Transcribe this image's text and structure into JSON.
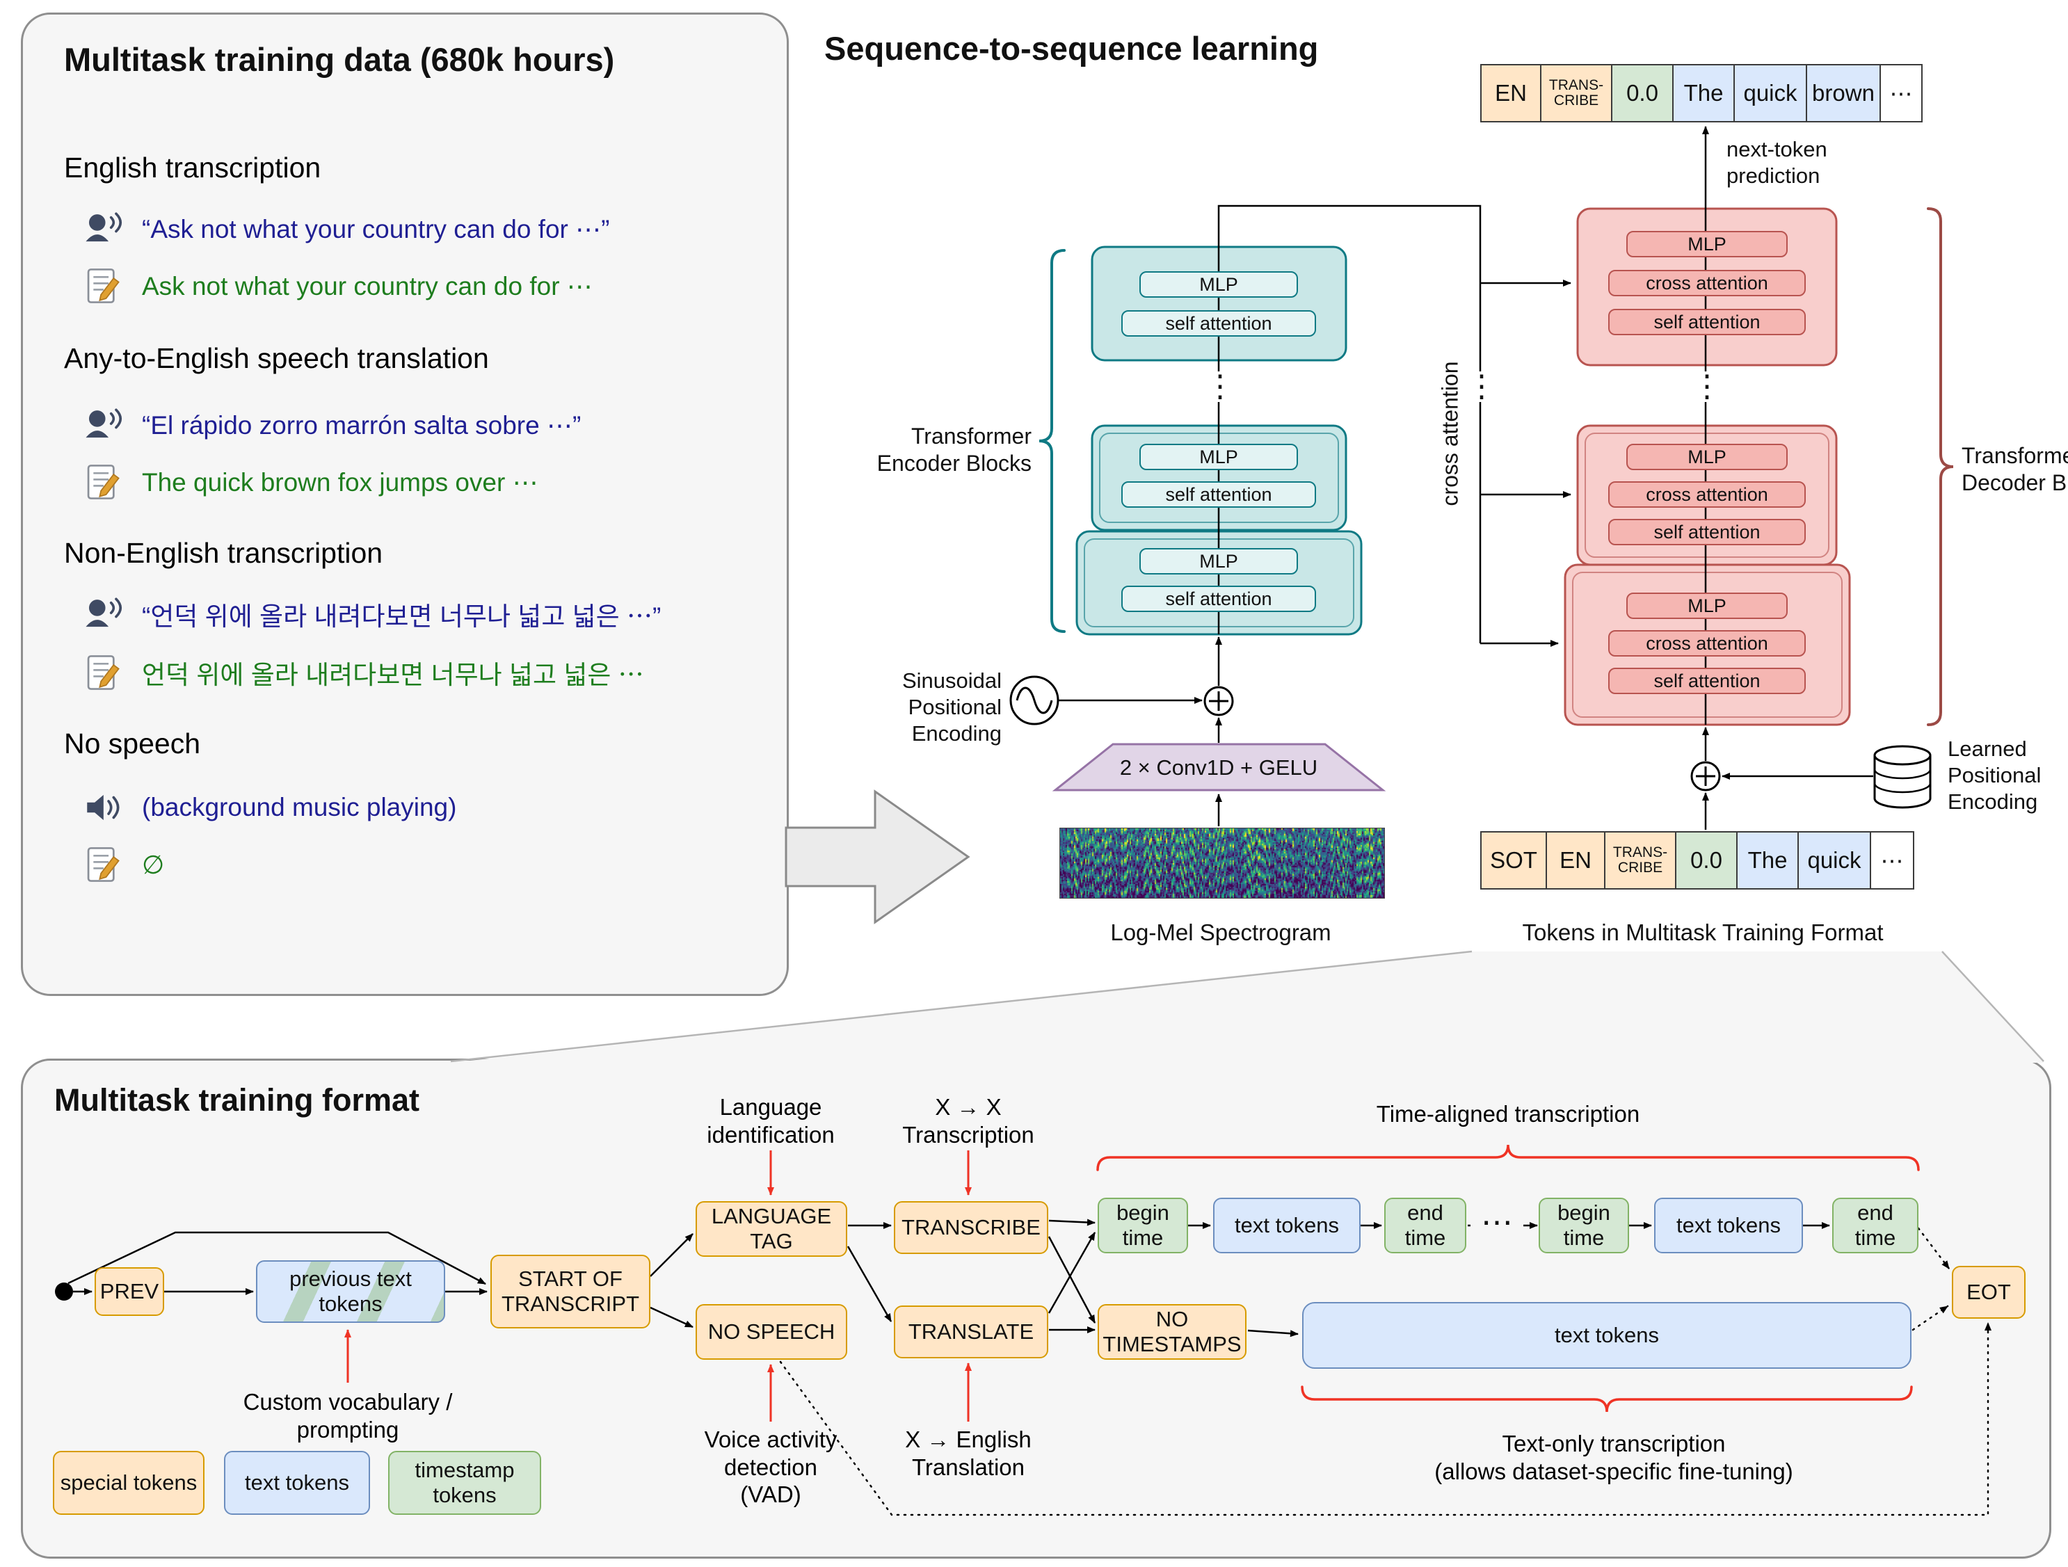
{
  "training_data_panel": {
    "title": "Multitask training data (680k hours)",
    "sections": [
      {
        "heading": "English transcription",
        "audio": "“Ask not what your country can do for ⋯”",
        "transcript": "Ask not what your country can do for ⋯"
      },
      {
        "heading": "Any-to-English speech translation",
        "audio": "“El rápido zorro marrón salta sobre ⋯”",
        "transcript": "The quick brown fox jumps over ⋯"
      },
      {
        "heading": "Non-English transcription",
        "audio": "“언덕 위에 올라 내려다보면 너무나 넓고 넓은 ⋯”",
        "transcript": "언덕 위에 올라 내려다보면 너무나 넓고 넓은 ⋯"
      },
      {
        "heading": "No speech",
        "audio": "(background music playing)",
        "transcript": "∅"
      }
    ]
  },
  "seq2seq": {
    "title": "Sequence-to-sequence learning",
    "next_token_label": "next-token prediction",
    "cross_attention_label": "cross attention",
    "encoder_blocks_label": "Transformer Encoder Blocks",
    "decoder_blocks_label": "Transformer Decoder Blocks",
    "mlp": "MLP",
    "self_attention": "self attention",
    "cross_attention": "cross attention",
    "sinusoidal_label": "Sinusoidal Positional Encoding",
    "learned_label": "Learned Positional Encoding",
    "conv_label": "2 × Conv1D + GELU",
    "spectrogram_caption": "Log-Mel Spectrogram",
    "tokens_caption": "Tokens in Multitask Training Format",
    "vdots": "⋮",
    "hdots": "⋯",
    "top_tokens": [
      {
        "label": "EN",
        "type": "special"
      },
      {
        "label": "TRANS-CRIBE",
        "type": "special"
      },
      {
        "label": "0.0",
        "type": "timestamp"
      },
      {
        "label": "The",
        "type": "text"
      },
      {
        "label": "quick",
        "type": "text"
      },
      {
        "label": "brown",
        "type": "text"
      },
      {
        "label": "⋯",
        "type": "plain"
      }
    ],
    "bottom_tokens": [
      {
        "label": "SOT",
        "type": "special"
      },
      {
        "label": "EN",
        "type": "special"
      },
      {
        "label": "TRANS-CRIBE",
        "type": "special"
      },
      {
        "label": "0.0",
        "type": "timestamp"
      },
      {
        "label": "The",
        "type": "text"
      },
      {
        "label": "quick",
        "type": "text"
      },
      {
        "label": "⋯",
        "type": "plain"
      }
    ]
  },
  "format_panel": {
    "title": "Multitask training format",
    "ellipsis": "⋯",
    "nodes": {
      "prev": "PREV",
      "prev_tokens": "previous text tokens",
      "sot": "START OF TRANSCRIPT",
      "language_tag": "LANGUAGE TAG",
      "no_speech": "NO SPEECH",
      "transcribe": "TRANSCRIBE",
      "translate": "TRANSLATE",
      "begin_time": "begin time",
      "text_tokens": "text tokens",
      "end_time": "end time",
      "no_timestamps": "NO TIMESTAMPS",
      "eot": "EOT"
    },
    "annotations": {
      "language_id": "Language identification",
      "xx_transcription": "X → X Transcription",
      "time_aligned": "Time-aligned transcription",
      "custom_vocab": "Custom vocabulary / prompting",
      "vad": "Voice activity detection (VAD)",
      "x_english": "X → English Translation",
      "text_only_1": "Text-only transcription",
      "text_only_2": "(allows dataset-specific fine-tuning)"
    },
    "legend": [
      {
        "label": "special tokens",
        "type": "special"
      },
      {
        "label": "text tokens",
        "type": "text"
      },
      {
        "label": "timestamp tokens",
        "type": "timestamp"
      }
    ]
  },
  "colors": {
    "special_token": "#ffe6c7",
    "special_border": "#d79b00",
    "text_token": "#dae8fc",
    "text_border": "#6c8ebf",
    "timestamp_token": "#d5e8d4",
    "timestamp_border": "#82b366",
    "encoder_block": "#c9e7e7",
    "encoder_border": "#0f7a84",
    "decoder_block": "#f8cecc",
    "decoder_border": "#b85450",
    "conv_block": "#e1d5e7",
    "conv_border": "#9673a6",
    "audio_text": "#1f1f93",
    "transcript_text": "#1e7d1e",
    "annotation_red": "#ef3325"
  }
}
